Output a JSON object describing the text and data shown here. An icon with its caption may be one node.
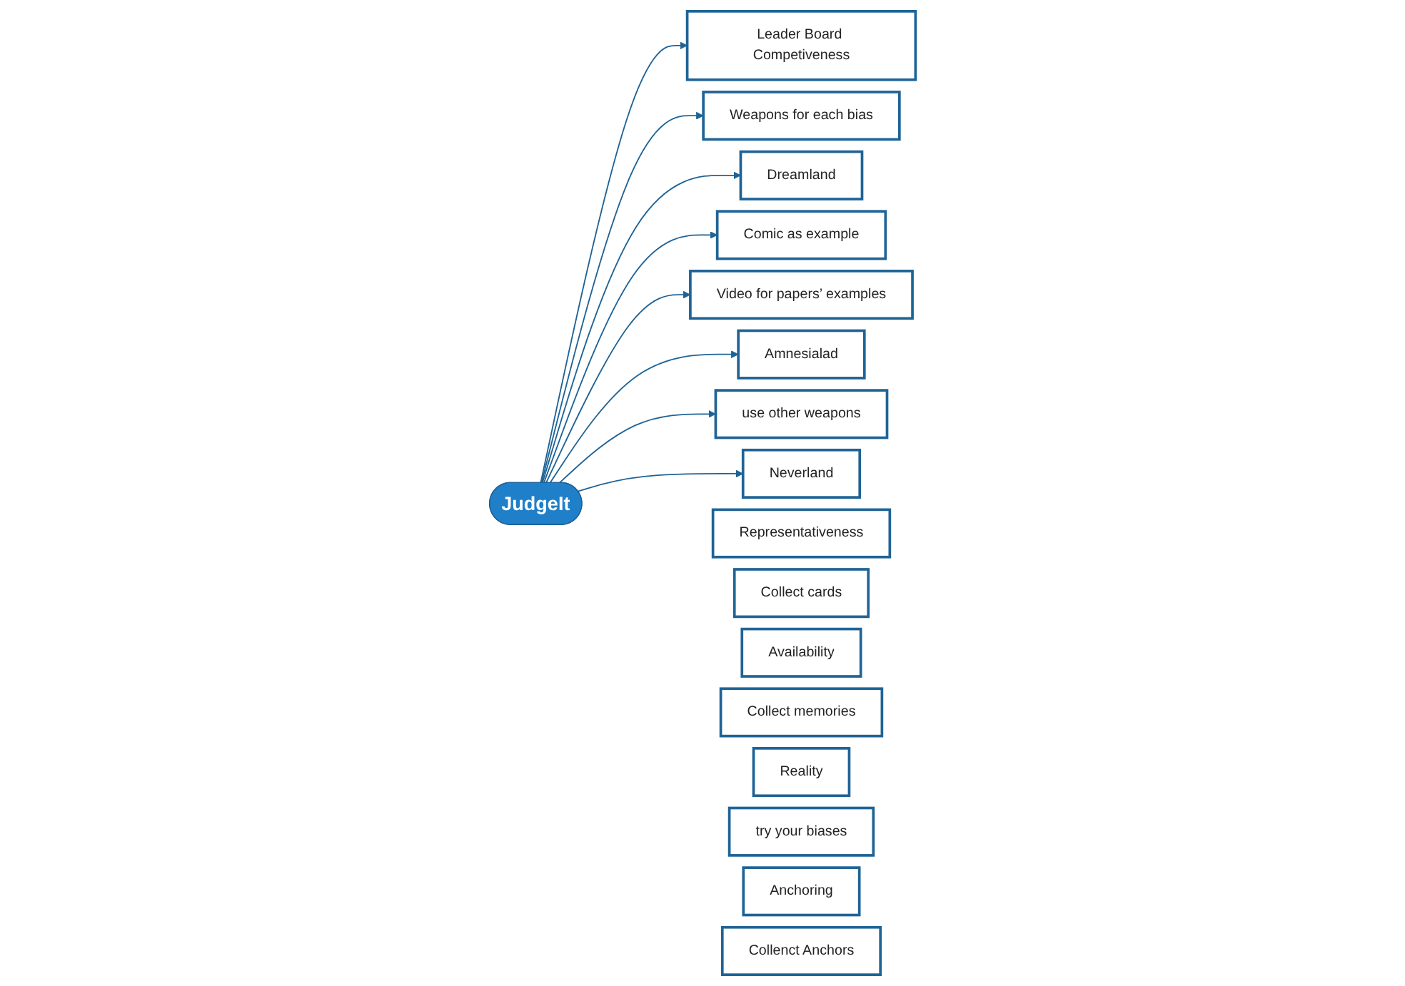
{
  "diagram": {
    "nodes": [
      {
        "text": [
          "Leader Board Competiveness"
        ]
      },
      {
        "text": [
          "Weapons for each bias"
        ]
      },
      {
        "text": [
          "Representativeness"
        ]
      },
      {
        "text": [
          "Dreamland"
        ]
      },
      {
        "text": [
          "Collect cards"
        ]
      },
      {
        "text": [
          "Comic as example"
        ]
      },
      {
        "text": [
          "Availability"
        ]
      },
      {
        "text": [
          "Video for papers’ examples"
        ]
      },
      {
        "text": [
          "JudgeIt"
        ]
      },
      {
        "text": [
          "Amnesialad"
        ]
      },
      {
        "text": [
          "Collect memories"
        ]
      },
      {
        "text": [
          "Reality"
        ]
      },
      {
        "text": [
          "use other weapons"
        ]
      },
      {
        "text": [
          "try your biases"
        ]
      },
      {
        "text": [
          "Anchoring"
        ]
      },
      {
        "text": [
          "Neverland"
        ]
      },
      {
        "text": [
          "Collenct Anchors"
        ]
      }
    ],
    "edges": [
      {
        "from": 8,
        "to": 0,
        "arrow": "to"
      },
      {
        "from": 8,
        "to": 1,
        "arrow": "to"
      },
      {
        "from": 8,
        "to": 3,
        "arrow": "to"
      },
      {
        "from": 8,
        "to": 5,
        "arrow": "to"
      },
      {
        "from": 8,
        "to": 7,
        "arrow": "to"
      },
      {
        "from": 8,
        "to": 9,
        "arrow": "to"
      },
      {
        "from": 8,
        "to": 12,
        "arrow": "to"
      },
      {
        "from": 8,
        "to": 15,
        "arrow": "to"
      }
    ]
  }
}
